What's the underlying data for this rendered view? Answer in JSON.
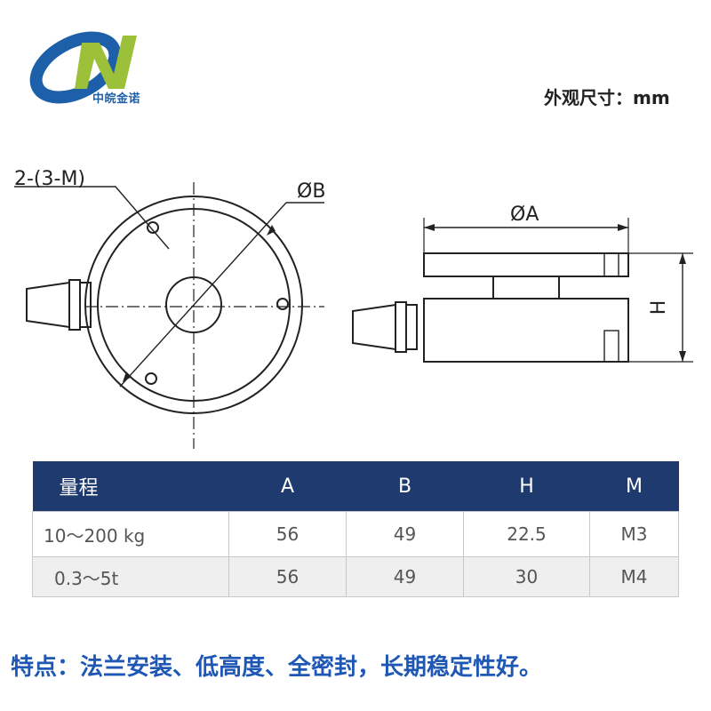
{
  "header": {
    "brand_name": "中皖金诺",
    "unit_label": "外观尺寸：mm"
  },
  "drawing": {
    "labels": {
      "hole_spec": "2-(3-M)",
      "dia_b": "ØB",
      "dia_a": "ØA",
      "height": "H"
    }
  },
  "table": {
    "headers": [
      "量程",
      "A",
      "B",
      "H",
      "M"
    ],
    "rows": [
      [
        "10～200 kg",
        "56",
        "49",
        "22.5",
        "M3"
      ],
      [
        "0.3～5t",
        "56",
        "49",
        "30",
        "M4"
      ]
    ]
  },
  "footer": {
    "features": "特点：法兰安装、低高度、全密封，长期稳定性好。"
  },
  "colors": {
    "header_bg": "#1e3a6e",
    "feature_text": "#1f57b5",
    "logo_blue": "#1d5fa8",
    "logo_green": "#9cc03a"
  }
}
